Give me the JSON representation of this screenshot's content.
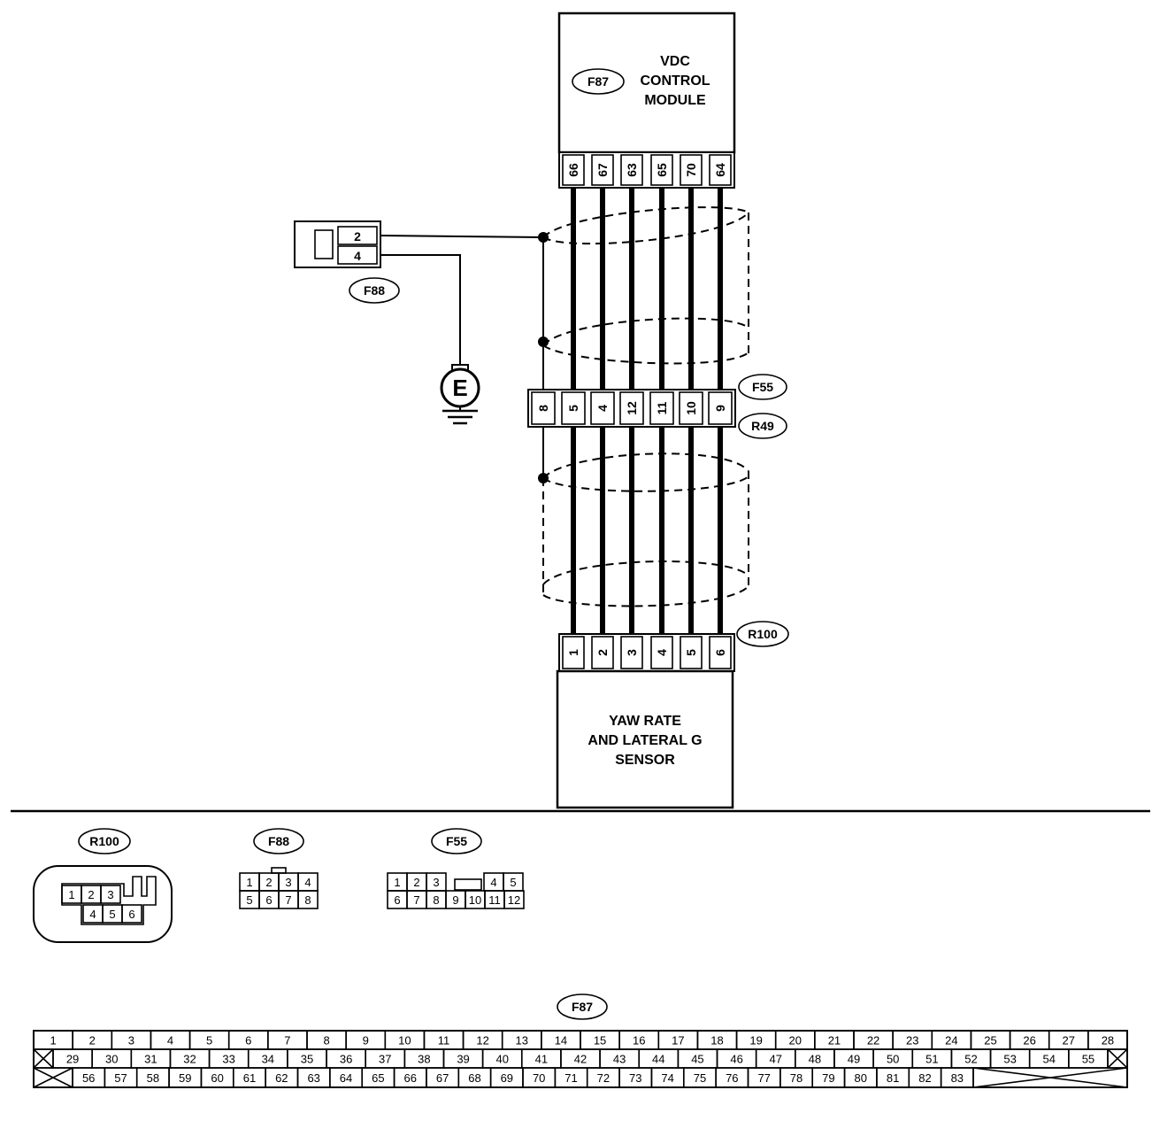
{
  "components": {
    "vdc_module": {
      "connector": "F87",
      "name_lines": [
        "VDC",
        "CONTROL",
        "MODULE"
      ]
    },
    "sensor": {
      "connector": "R100",
      "name_lines": [
        "YAW RATE",
        "AND LATERAL G",
        "SENSOR"
      ]
    },
    "ground_connector": {
      "connector": "F88",
      "pins": [
        "2",
        "4"
      ]
    },
    "ground": {
      "symbol": "E"
    },
    "junction": {
      "connector_top": "F55",
      "connector_bottom": "R49",
      "pins": [
        "8",
        "5",
        "4",
        "12",
        "11",
        "10",
        "9"
      ]
    }
  },
  "vdc_pins": [
    "66",
    "67",
    "63",
    "65",
    "70",
    "64"
  ],
  "sensor_pins": [
    "1",
    "2",
    "3",
    "4",
    "5",
    "6"
  ],
  "connector_views": {
    "r100": {
      "label": "R100",
      "row1": [
        "1",
        "2",
        "3"
      ],
      "row2": [
        "4",
        "5",
        "6"
      ]
    },
    "f88": {
      "label": "F88",
      "row1": [
        "1",
        "2",
        "3",
        "4"
      ],
      "row2": [
        "5",
        "6",
        "7",
        "8"
      ]
    },
    "f55": {
      "label": "F55",
      "row1": [
        "1",
        "2",
        "3",
        "4",
        "5"
      ],
      "row2": [
        "6",
        "7",
        "8",
        "9",
        "10",
        "11",
        "12"
      ]
    },
    "f87": {
      "label": "F87",
      "row1": [
        "1",
        "2",
        "3",
        "4",
        "5",
        "6",
        "7",
        "8",
        "9",
        "10",
        "11",
        "12",
        "13",
        "14",
        "15",
        "16",
        "17",
        "18",
        "19",
        "20",
        "21",
        "22",
        "23",
        "24",
        "25",
        "26",
        "27",
        "28"
      ],
      "row2": [
        "29",
        "30",
        "31",
        "32",
        "33",
        "34",
        "35",
        "36",
        "37",
        "38",
        "39",
        "40",
        "41",
        "42",
        "43",
        "44",
        "45",
        "46",
        "47",
        "48",
        "49",
        "50",
        "51",
        "52",
        "53",
        "54",
        "55"
      ],
      "row3": [
        "56",
        "57",
        "58",
        "59",
        "60",
        "61",
        "62",
        "63",
        "64",
        "65",
        "66",
        "67",
        "68",
        "69",
        "70",
        "71",
        "72",
        "73",
        "74",
        "75",
        "76",
        "77",
        "78",
        "79",
        "80",
        "81",
        "82",
        "83"
      ]
    }
  }
}
